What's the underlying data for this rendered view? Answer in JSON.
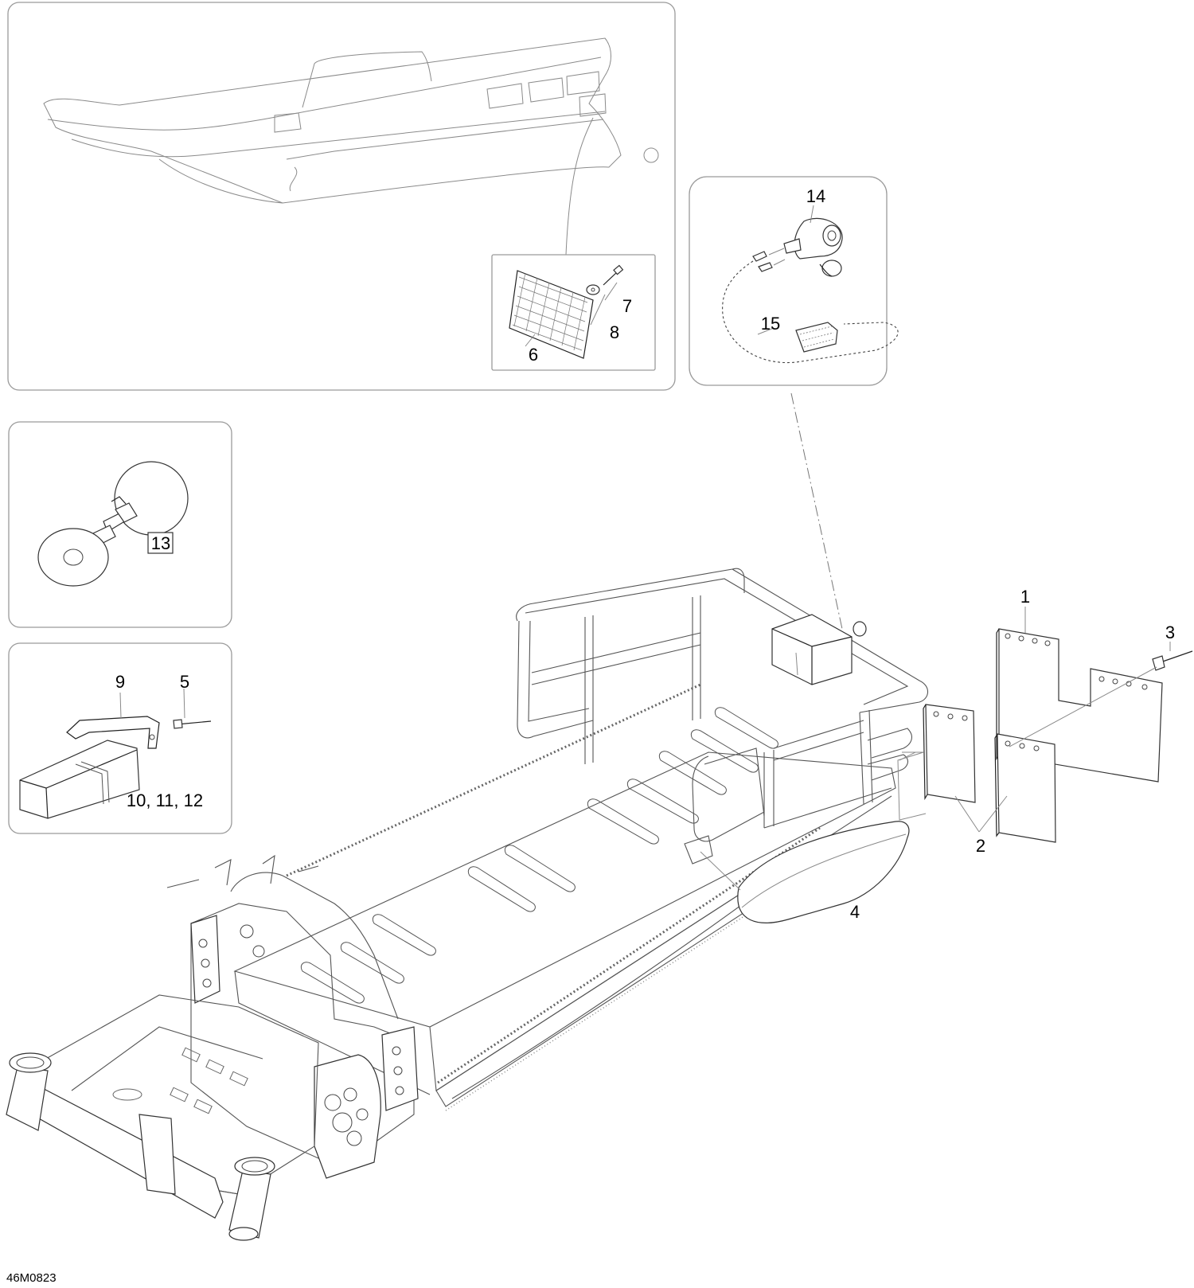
{
  "figure_ref": "46M0823",
  "callouts": {
    "c1": "1",
    "c2": "2",
    "c3": "3",
    "c4": "4",
    "c5": "5",
    "c6": "6",
    "c7": "7",
    "c8": "8",
    "c9": "9",
    "c10_12": "10, 11, 12",
    "c13": "13",
    "c14": "14",
    "c15": "15"
  }
}
